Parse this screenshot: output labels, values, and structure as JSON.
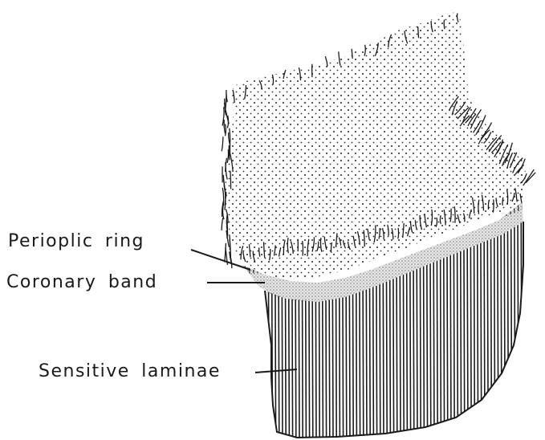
{
  "labels": {
    "periople": "Perioplic ring",
    "coronary": "Coronary band",
    "laminae": "Sensitive laminae"
  },
  "colors": {
    "ink": "#1a1a1a",
    "dots": "#2a2a2a",
    "band": "#9a9a9a",
    "background": "#ffffff"
  }
}
